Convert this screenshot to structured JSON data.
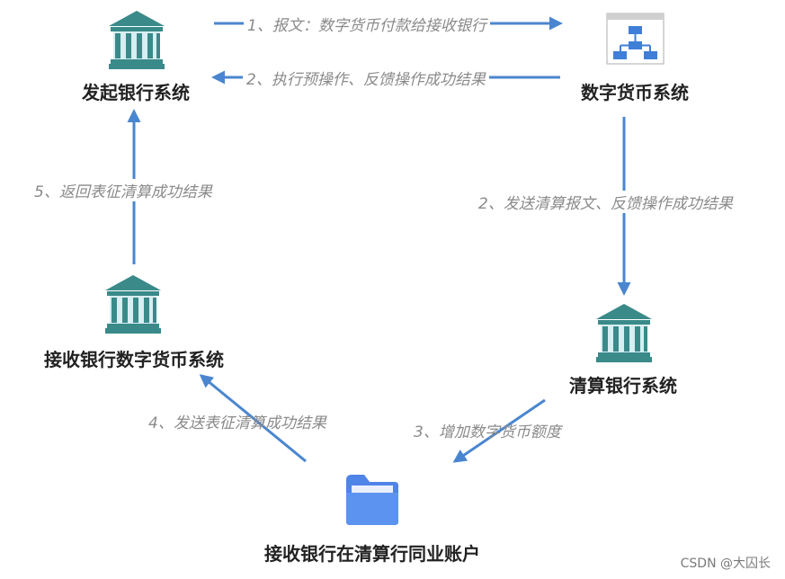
{
  "nodes": {
    "initiating_bank": "发起银行系统",
    "dcp_system": "数字货币系统",
    "clearing_bank": "清算银行系统",
    "receiving_bank": "接收银行数字货币系统",
    "receiving_account": "接收银行在清算行同业账户"
  },
  "edges": {
    "e1": "1、报文：数字货币付款给接收银行",
    "e2a": "2、执行预操作、反馈操作成功结果",
    "e2b": "2、发送清算报文、反馈操作成功结果",
    "e3": "3、增加数字货币额度",
    "e4": "4、发送表征清算成功结果",
    "e5": "5、返回表征清算成功结果"
  },
  "watermark": "CSDN @大囚长",
  "colors": {
    "arrow": "#4a86cf",
    "bank_icon": "#3a8a8a",
    "folder_icon": "#4f84e8",
    "flowchart_icon": "#3f7fd8"
  },
  "icons": {
    "bank": "bank-building-icon",
    "flowchart": "flowchart-window-icon",
    "folder": "folder-icon"
  }
}
